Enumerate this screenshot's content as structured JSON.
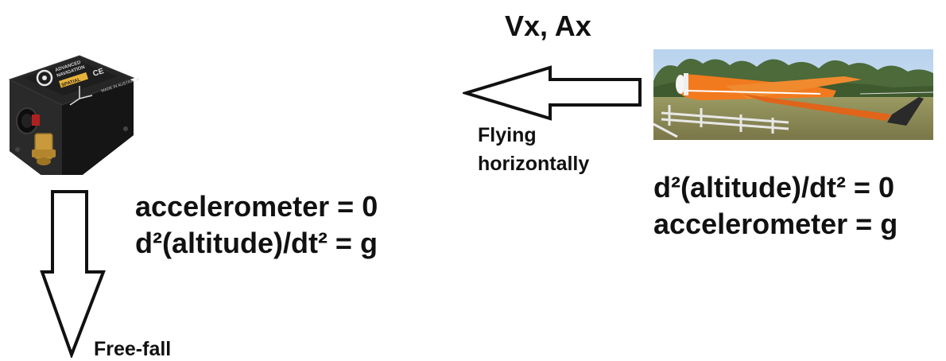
{
  "sensor": {
    "brand_line1": "ADVANCED",
    "brand_line2": "NAVIGATION",
    "model_label": "SPATIAL",
    "made_in": "MADE IN AUSTRALIA"
  },
  "freefall": {
    "line1": "accelerometer = 0",
    "line2": "d²(altitude)/dt² = g",
    "arrow_label": "Free-fall"
  },
  "flight": {
    "title": "Vx, Ax",
    "arrow_label_line1": "Flying",
    "arrow_label_line2": "horizontally",
    "line1": "d²(altitude)/dt² = 0",
    "line2": "accelerometer = g"
  },
  "colors": {
    "ink": "#111111",
    "plane_orange": "#f27a1e",
    "sky": "#c9dcef",
    "grass": "#8a8a52"
  }
}
